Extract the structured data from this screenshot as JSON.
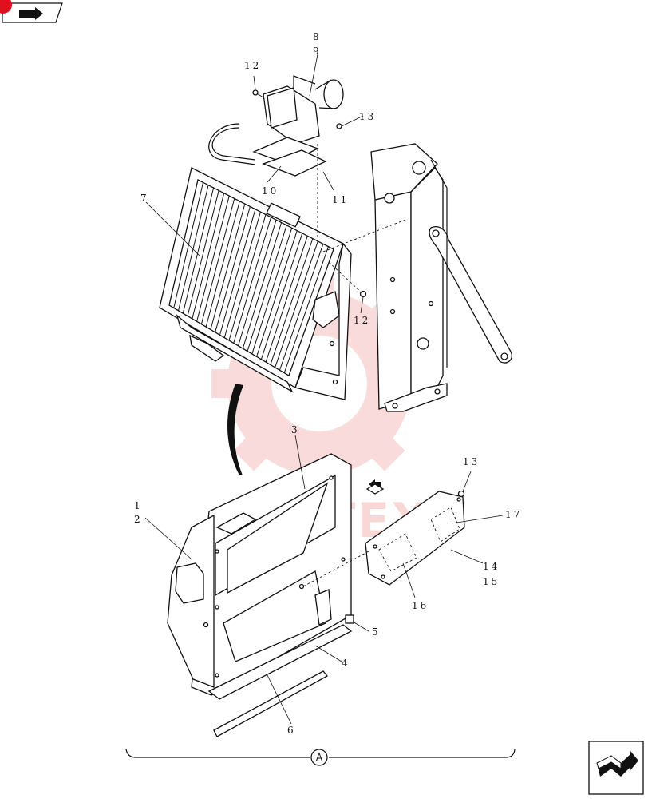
{
  "callouts": {
    "c1": "1",
    "c2": "2",
    "c3": "3",
    "c4": "4",
    "c5": "5",
    "c6": "6",
    "c7": "7",
    "c8": "8",
    "c9": "9",
    "c10": "10",
    "c11": "11",
    "c12a": "12",
    "c12b": "12",
    "c13a": "13",
    "c13b": "13",
    "c14": "14",
    "c15": "15",
    "c16": "16",
    "c17": "17"
  },
  "section_marker": "A",
  "watermark": {
    "text": "ИНТЕХ",
    "color": "#f3b8b8"
  },
  "icons": {
    "top_left": "back-page-icon",
    "bottom_right": "next-page-icon"
  },
  "colors": {
    "badge": "#e0101e",
    "line": "#111111"
  }
}
